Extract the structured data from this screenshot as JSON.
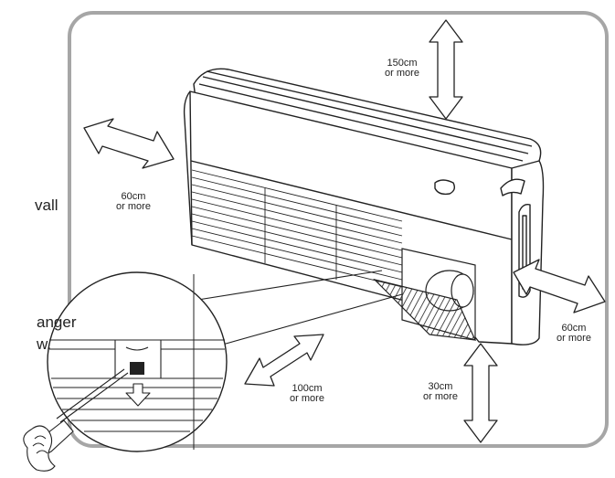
{
  "clearances": {
    "top": {
      "value": "150cm",
      "qualifier": "or more"
    },
    "left": {
      "value": "60cm",
      "qualifier": "or more"
    },
    "right": {
      "value": "60cm",
      "qualifier": "or more"
    },
    "front": {
      "value": "100cm",
      "qualifier": "or more"
    },
    "bottom": {
      "value": "30cm",
      "qualifier": "or more"
    }
  },
  "cropped_text": {
    "fragment_1": "vall",
    "fragment_2": "anger",
    "fragment_3": "w."
  },
  "colors": {
    "frame": "#a6a6a6",
    "line": "#222222",
    "background": "#ffffff"
  }
}
